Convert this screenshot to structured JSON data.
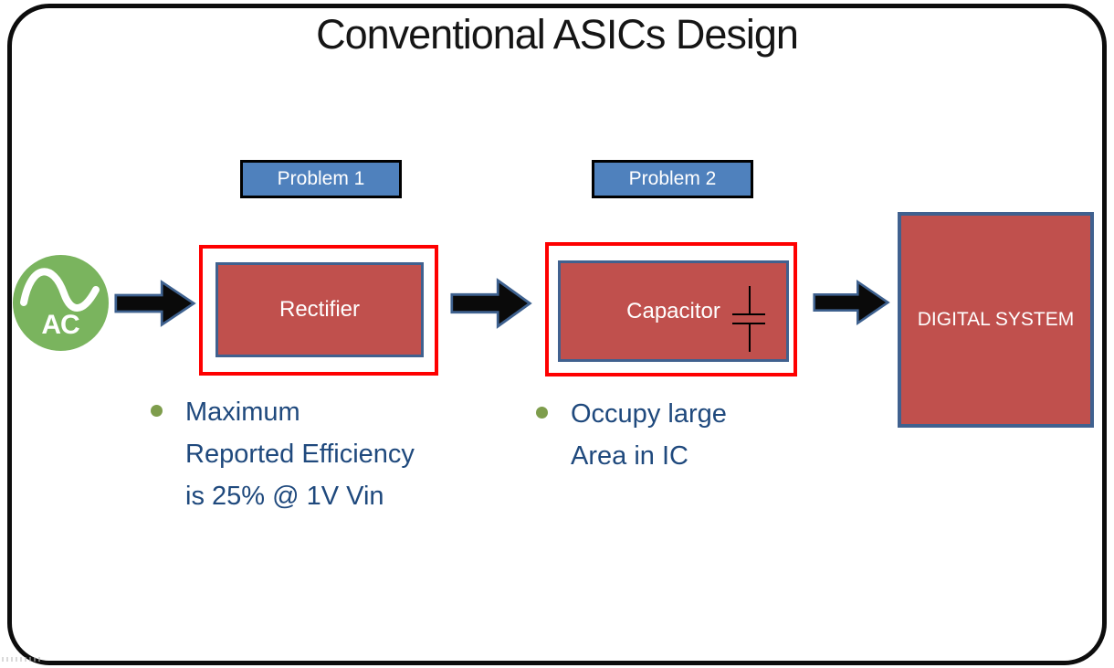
{
  "slide": {
    "title": "Conventional ASICs Design",
    "colors": {
      "block_red": "#C0504D",
      "block_border_blue": "#40618F",
      "problem_box_blue": "#4F81BD",
      "bullet_text_blue": "#1F497D",
      "bullet_dot_green": "#7E9D4C",
      "ac_source_green": "#7AB45E",
      "highlight_outline_red": "#FE0000",
      "arrow_fill_black": "#0A0A0A"
    }
  },
  "source": {
    "label": "AC",
    "icon": "sine-wave-icon"
  },
  "problems": [
    {
      "label": "Problem 1"
    },
    {
      "label": "Problem 2"
    }
  ],
  "blocks": {
    "rectifier": "Rectifier",
    "capacitor": "Capacitor",
    "digital_system": "DIGITAL SYSTEM"
  },
  "bullets": [
    {
      "lines": [
        "Maximum",
        "Reported Efficiency",
        "is 25% @ 1V Vin"
      ]
    },
    {
      "lines": [
        "Occupy large",
        "Area in IC"
      ]
    }
  ]
}
